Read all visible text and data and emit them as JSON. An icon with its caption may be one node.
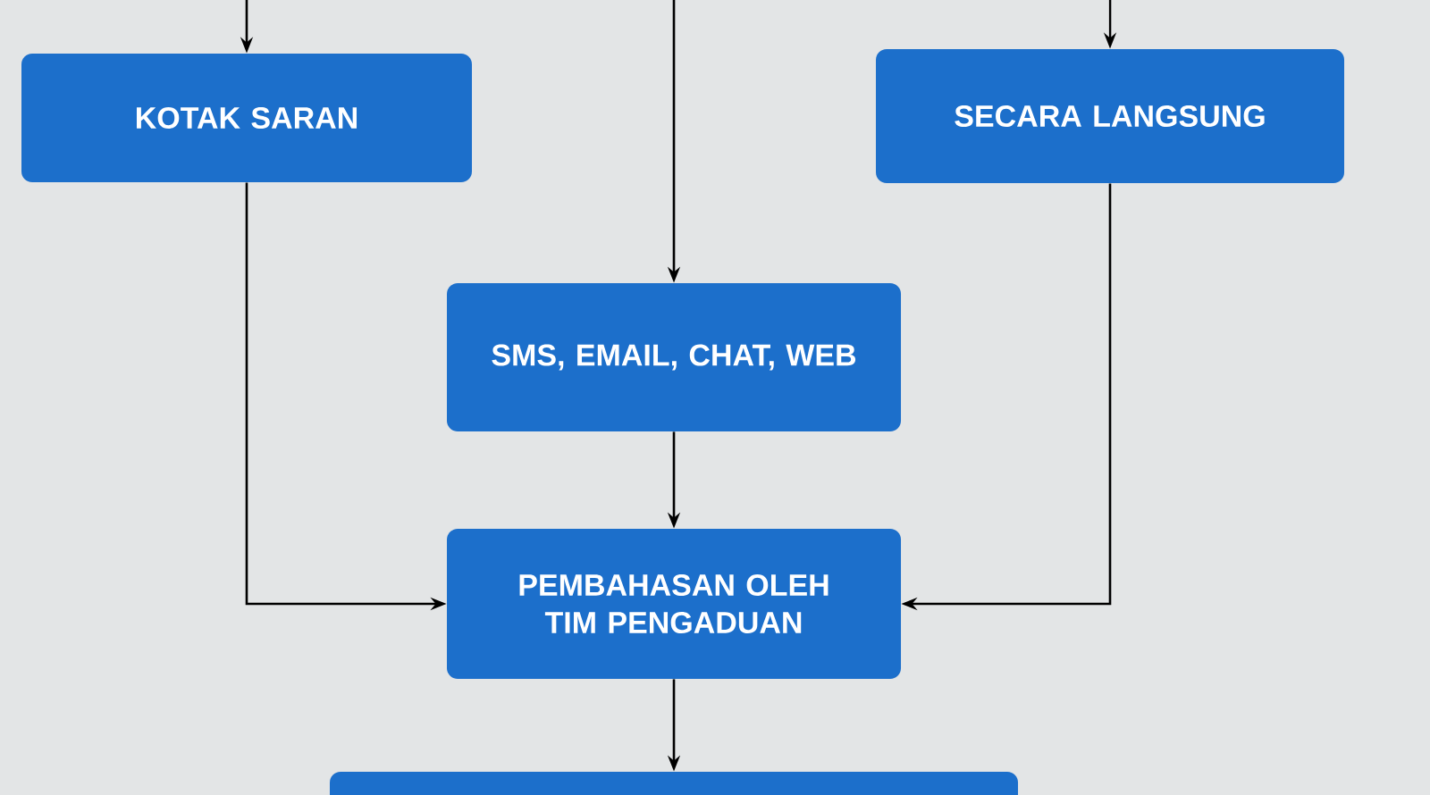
{
  "diagram": {
    "nodes": [
      {
        "text": [
          "KOTAK SARAN"
        ]
      },
      {
        "text": [
          "SECARA LANGSUNG"
        ]
      },
      {
        "text": [
          "SMS, EMAIL, CHAT, WEB"
        ]
      },
      {
        "text": [
          "PEMBAHASAN OLEH TIM PENGADUAN"
        ]
      },
      {
        "text": [],
        "shape": "box"
      }
    ],
    "edges": [
      {
        "from": null,
        "to": 0,
        "arrow": "to"
      },
      {
        "from": null,
        "to": 2,
        "arrow": "to"
      },
      {
        "from": null,
        "to": 1,
        "arrow": "to"
      },
      {
        "from": 0,
        "to": 3,
        "arrow": "to"
      },
      {
        "from": 2,
        "to": 3,
        "arrow": "to"
      },
      {
        "from": 1,
        "to": 3,
        "arrow": "to"
      },
      {
        "from": 3,
        "to": 4,
        "arrow": "to"
      }
    ]
  }
}
